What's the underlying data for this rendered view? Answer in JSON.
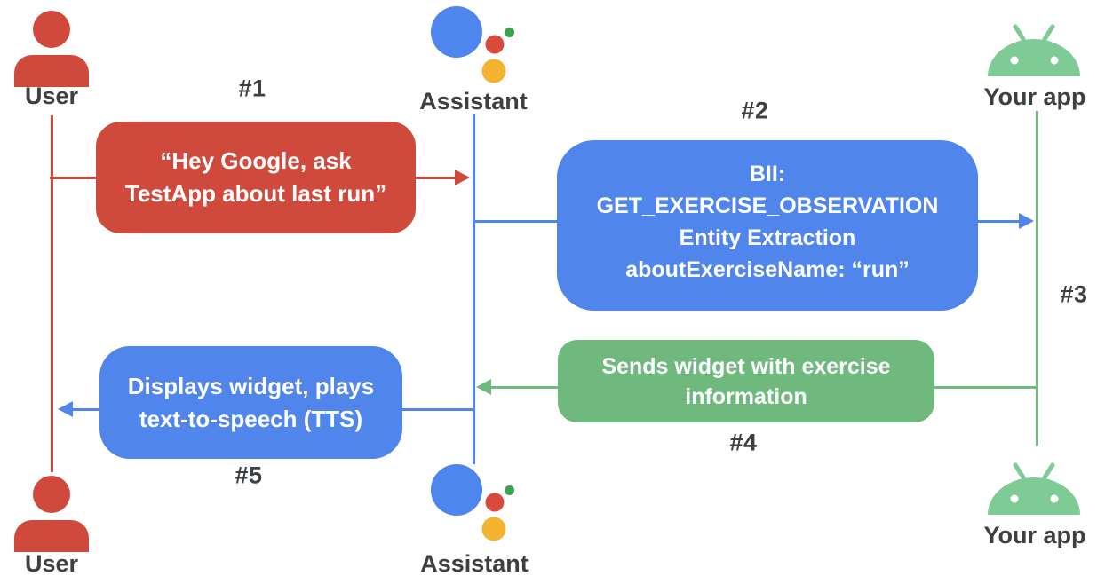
{
  "colors": {
    "red": "#cf4a3c",
    "blue": "#5086ec",
    "green": "#6fb97e",
    "android_green": "#7ecb95",
    "assistant_blue": "#4e86ee",
    "assistant_red": "#da4a3c",
    "assistant_yellow": "#f4b331",
    "assistant_green": "#3fa04f",
    "label_gray": "#3c4043"
  },
  "actors": {
    "user_top": "User",
    "assistant_top": "Assistant",
    "app_top": "Your app",
    "user_bottom": "User",
    "assistant_bottom": "Assistant",
    "app_bottom": "Your app"
  },
  "steps": {
    "s1": "#1",
    "s2": "#2",
    "s3": "#3",
    "s4": "#4",
    "s5": "#5"
  },
  "messages": {
    "m1": {
      "from": "User",
      "to": "Assistant",
      "lines": [
        "“Hey Google, ask",
        "TestApp about last run”"
      ]
    },
    "m2": {
      "from": "Assistant",
      "to": "Your app",
      "lines": [
        "BII:",
        "GET_EXERCISE_OBSERVATION",
        "Entity Extraction",
        "aboutExerciseName: “run”"
      ]
    },
    "m4": {
      "from": "Your app",
      "to": "Assistant",
      "lines": [
        "Sends widget with exercise",
        "information"
      ]
    },
    "m5": {
      "from": "Assistant",
      "to": "User",
      "lines": [
        "Displays widget, plays",
        "text-to-speech (TTS)"
      ]
    }
  }
}
